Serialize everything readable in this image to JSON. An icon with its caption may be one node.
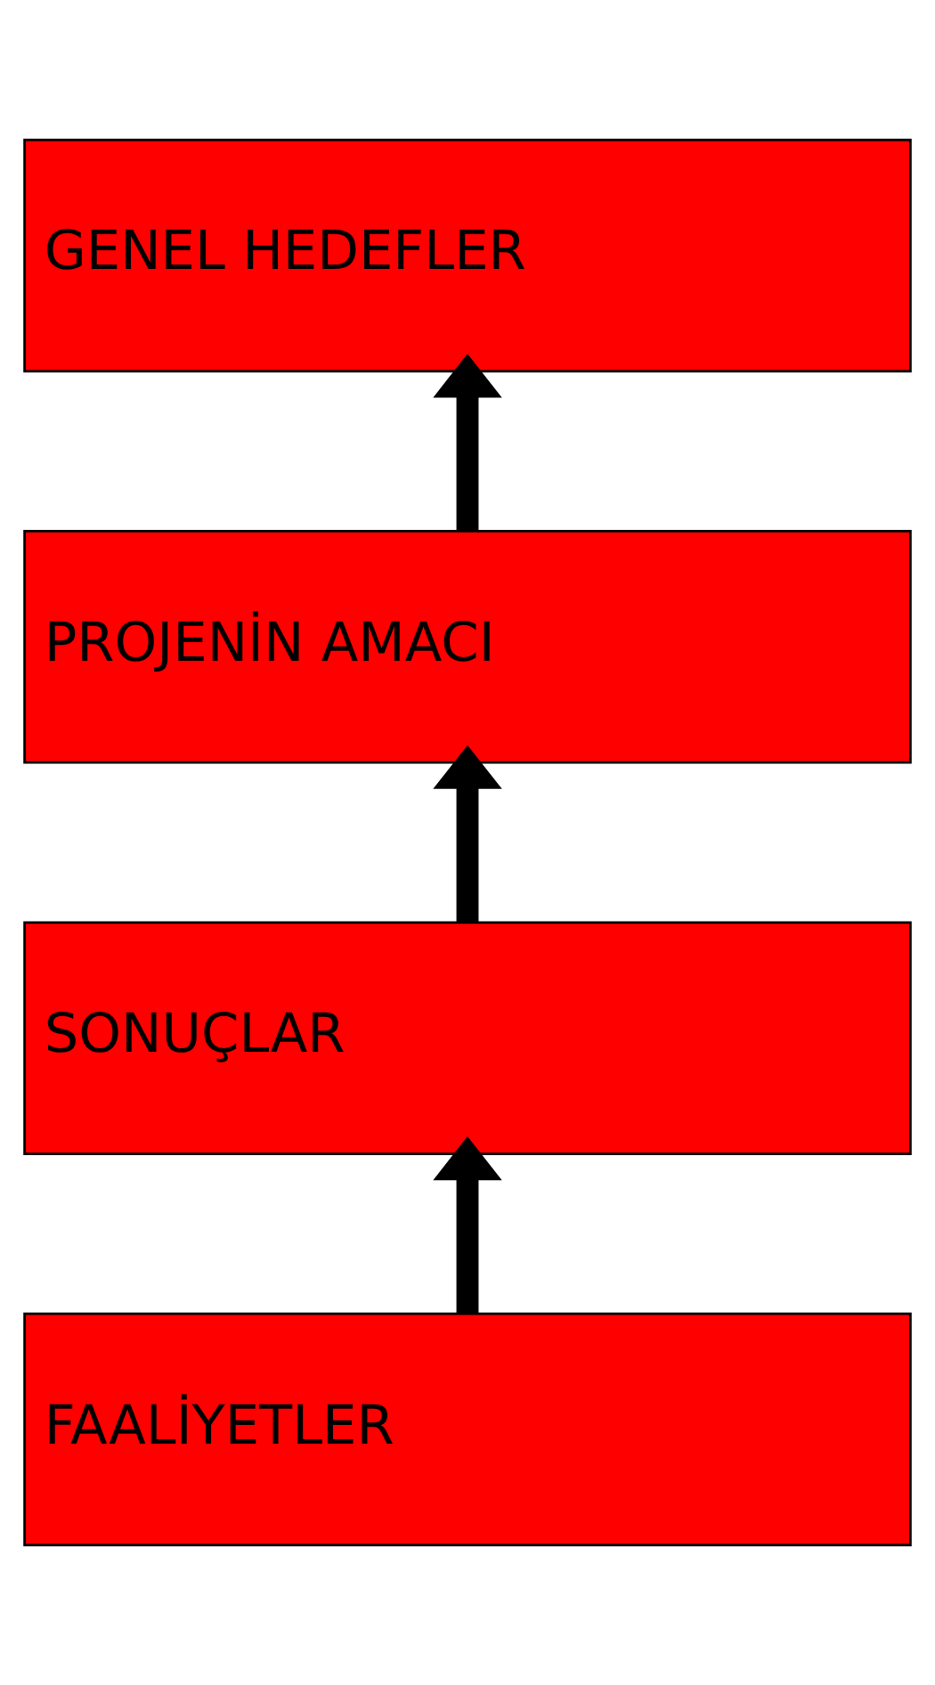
{
  "diagram": {
    "nodes": [
      {
        "text": [
          "GENEL HEDEFLER"
        ]
      },
      {
        "text": [
          "PROJENİN AMACI"
        ]
      },
      {
        "text": [
          "SONUÇLAR"
        ]
      },
      {
        "text": [
          "FAALİYETLER"
        ]
      }
    ],
    "edges": [
      {
        "from": 1,
        "to": 0,
        "arrow": "to"
      },
      {
        "from": 2,
        "to": 1,
        "arrow": "to"
      },
      {
        "from": 3,
        "to": 2,
        "arrow": "to"
      }
    ]
  }
}
